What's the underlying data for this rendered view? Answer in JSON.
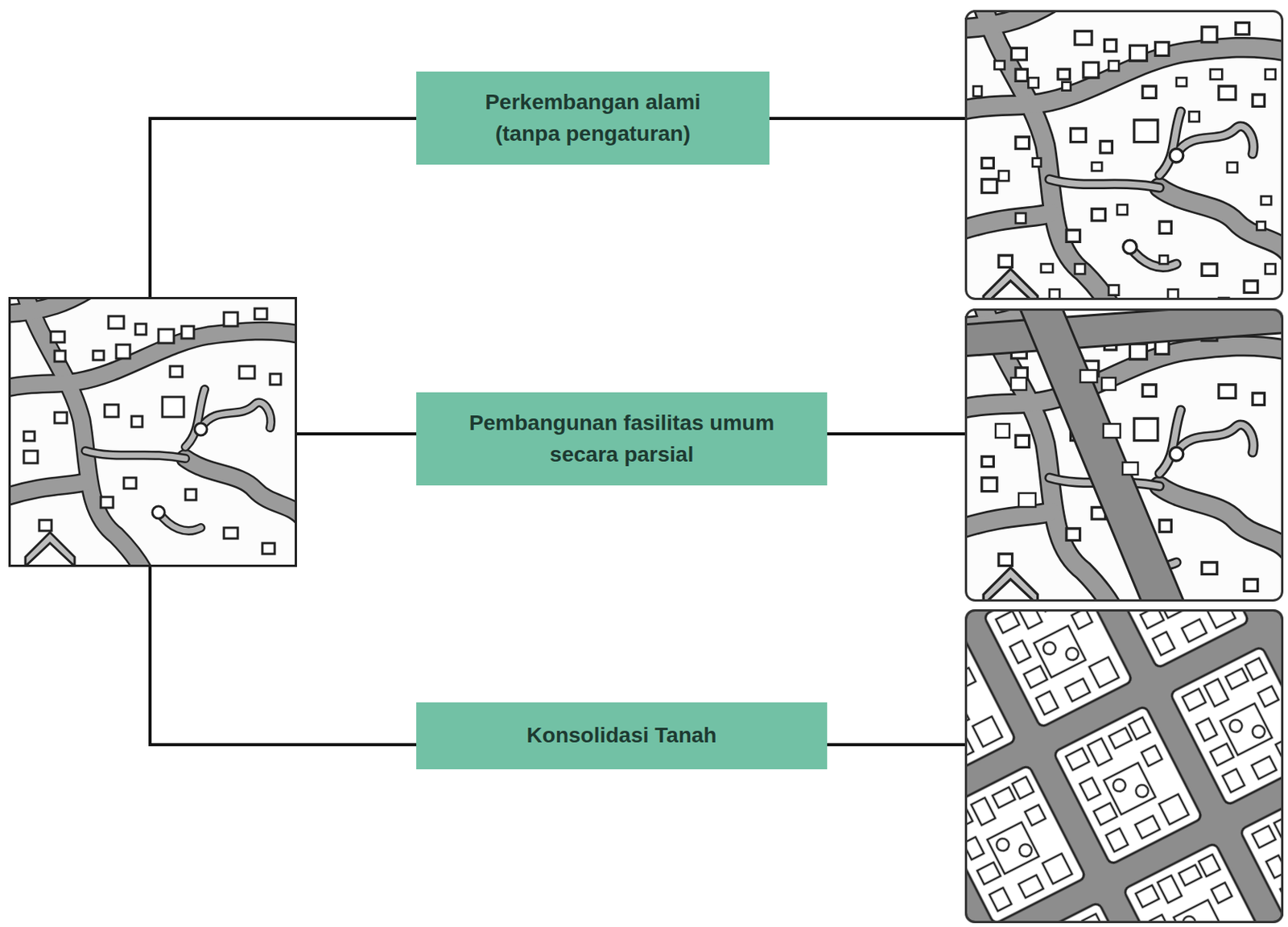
{
  "diagram": {
    "nodes": [
      {
        "text": [
          "Perkembangan alami (tanpa pengaturan)"
        ]
      },
      {
        "text": [
          "Pembangunan fasilitas umum secara parsial"
        ]
      },
      {
        "text": [
          "Konsolidasi Tanah"
        ]
      }
    ]
  }
}
